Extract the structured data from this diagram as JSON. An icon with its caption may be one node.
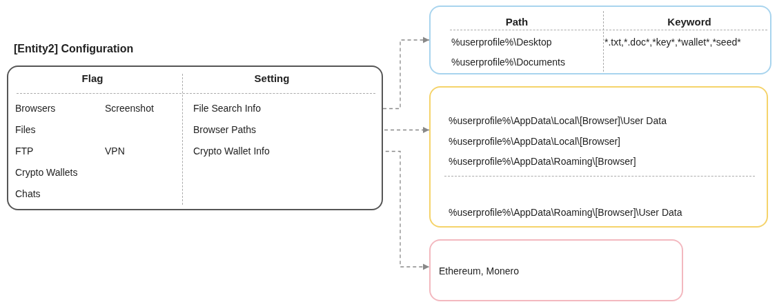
{
  "diagram": {
    "title": "[Entity2] Configuration",
    "nodes": [
      {
        "text": [
          "Flag",
          "Setting",
          "Browsers",
          "Screenshot",
          "Files",
          "FTP",
          "VPN",
          "Crypto Wallets",
          "Chats"
        ]
      },
      {
        "text": [
          "File Search Info"
        ],
        "in": 0
      },
      {
        "text": [
          "Browser Paths"
        ],
        "in": 0
      },
      {
        "text": [
          "Crypto Wallet Info"
        ],
        "in": 0
      },
      {
        "text": [
          "Path",
          "Keyword",
          "%userprofile%\\Desktop",
          "%userprofile%\\Documents",
          "*.txt,*.doc*,*key*,*wallet*,*seed*"
        ]
      },
      {
        "text": [
          "%userprofile%\\AppData\\Local\\[Browser]\\User Data",
          "%userprofile%\\AppData\\Local\\[Browser]",
          "%userprofile%\\AppData\\Roaming\\[Browser]",
          "%userprofile%\\AppData\\Roaming\\[Browser]\\User Data"
        ]
      },
      {
        "text": [
          "Ethereum, Monero"
        ]
      }
    ],
    "edges": [
      {
        "from": 1,
        "to": 4,
        "arrow": "to",
        "style": "dashed"
      },
      {
        "from": 2,
        "to": 5,
        "arrow": "to",
        "style": "dashed"
      },
      {
        "from": 3,
        "to": 6,
        "arrow": "to",
        "style": "dashed"
      }
    ]
  }
}
